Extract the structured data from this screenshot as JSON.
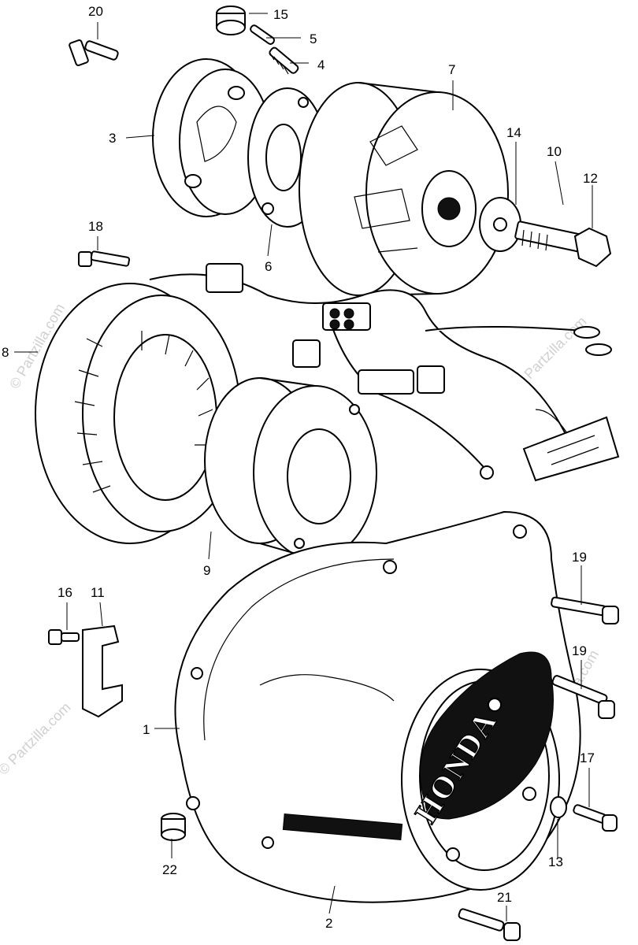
{
  "watermark": "© Partzilla.com",
  "cover_logo": "HONDA",
  "callouts": [
    "1",
    "2",
    "3",
    "4",
    "5",
    "6",
    "7",
    "8",
    "9",
    "10",
    "11",
    "12",
    "13",
    "14",
    "15",
    "16",
    "17",
    "18",
    "19",
    "19",
    "20",
    "21",
    "22"
  ]
}
